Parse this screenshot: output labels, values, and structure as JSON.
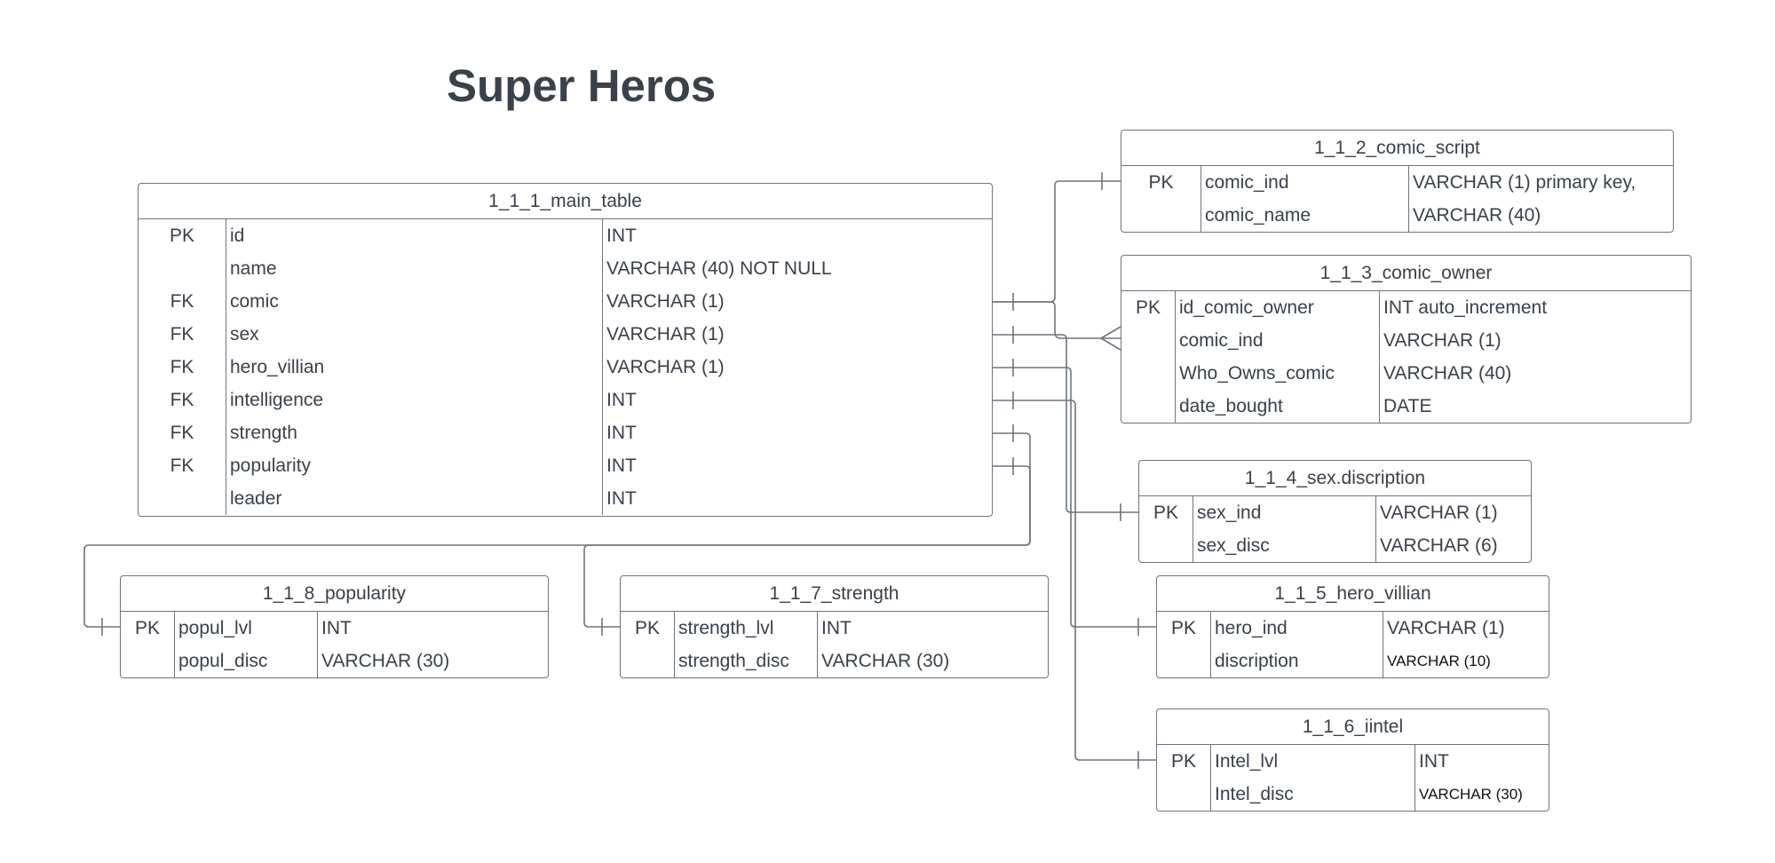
{
  "title": "Super Heros",
  "tables": {
    "main_table": {
      "name": "1_1_1_main_table",
      "rows": [
        {
          "key": "PK",
          "field": "id",
          "type": "INT"
        },
        {
          "key": "",
          "field": "name",
          "type": "VARCHAR (40) NOT NULL"
        },
        {
          "key": "FK",
          "field": "comic",
          "type": "VARCHAR (1)"
        },
        {
          "key": "FK",
          "field": "sex",
          "type": "VARCHAR (1)"
        },
        {
          "key": "FK",
          "field": "hero_villian",
          "type": "VARCHAR (1)"
        },
        {
          "key": "FK",
          "field": "intelligence",
          "type": "INT"
        },
        {
          "key": "FK",
          "field": "strength",
          "type": "INT"
        },
        {
          "key": "FK",
          "field": "popularity",
          "type": "INT"
        },
        {
          "key": "",
          "field": "leader",
          "type": "INT"
        }
      ]
    },
    "comic_script": {
      "name": "1_1_2_comic_script",
      "rows": [
        {
          "key": "PK",
          "field": "comic_ind",
          "type": "VARCHAR (1) primary key,"
        },
        {
          "key": "",
          "field": "comic_name",
          "type": "VARCHAR (40)"
        }
      ]
    },
    "comic_owner": {
      "name": "1_1_3_comic_owner",
      "rows": [
        {
          "key": "PK",
          "field": "id_comic_owner",
          "type": "INT  auto_increment"
        },
        {
          "key": "",
          "field": "comic_ind",
          "type": "VARCHAR (1)"
        },
        {
          "key": "",
          "field": "Who_Owns_comic",
          "type": "VARCHAR (40)"
        },
        {
          "key": "",
          "field": "date_bought",
          "type": "DATE"
        }
      ]
    },
    "sex_discription": {
      "name": "1_1_4_sex.discription",
      "rows": [
        {
          "key": "PK",
          "field": "sex_ind",
          "type": "VARCHAR (1)"
        },
        {
          "key": "",
          "field": "sex_disc",
          "type": "VARCHAR (6)"
        }
      ]
    },
    "hero_villian": {
      "name": "1_1_5_hero_villian",
      "rows": [
        {
          "key": "PK",
          "field": "hero_ind",
          "type": "VARCHAR (1)"
        },
        {
          "key": "",
          "field": "discription",
          "type": "VARCHAR (10)"
        }
      ]
    },
    "iintel": {
      "name": "1_1_6_iintel",
      "rows": [
        {
          "key": "PK",
          "field": "Intel_lvl",
          "type": "INT"
        },
        {
          "key": "",
          "field": "Intel_disc",
          "type": "VARCHAR (30)"
        }
      ]
    },
    "strength": {
      "name": "1_1_7_strength",
      "rows": [
        {
          "key": "PK",
          "field": "strength_lvl",
          "type": "INT"
        },
        {
          "key": "",
          "field": "strength_disc",
          "type": "VARCHAR (30)"
        }
      ]
    },
    "popularity": {
      "name": "1_1_8_popularity",
      "rows": [
        {
          "key": "PK",
          "field": "popul_lvl",
          "type": "INT"
        },
        {
          "key": "",
          "field": "popul_disc",
          "type": "VARCHAR (30)"
        }
      ]
    }
  },
  "relationships": [
    {
      "from": "main_table.comic",
      "to": "comic_script.comic_ind",
      "cardinality": "one-to-one"
    },
    {
      "from": "main_table.comic",
      "to": "comic_owner.comic_ind",
      "cardinality": "one-to-many"
    },
    {
      "from": "main_table.sex",
      "to": "sex_discription.sex_ind",
      "cardinality": "one-to-one"
    },
    {
      "from": "main_table.hero_villian",
      "to": "hero_villian.hero_ind",
      "cardinality": "one-to-one"
    },
    {
      "from": "main_table.intelligence",
      "to": "iintel.Intel_lvl",
      "cardinality": "one-to-one"
    },
    {
      "from": "main_table.strength",
      "to": "strength.strength_lvl",
      "cardinality": "one-to-one"
    },
    {
      "from": "main_table.popularity",
      "to": "popularity.popul_lvl",
      "cardinality": "one-to-one"
    }
  ]
}
